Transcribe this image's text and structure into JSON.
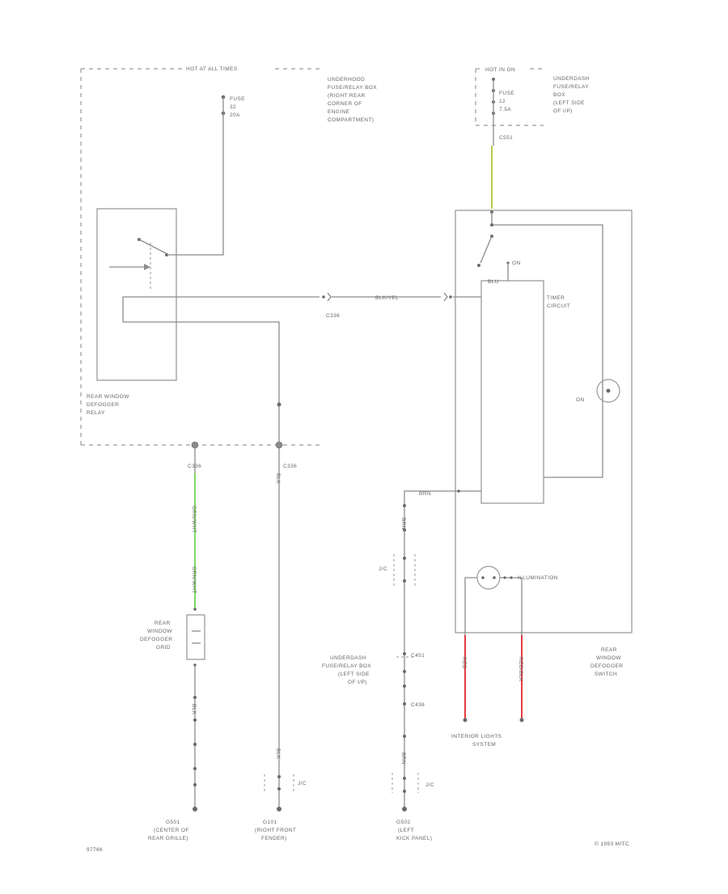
{
  "labels": {
    "hot_all_times": "HOT AT ALL TIMES",
    "fuse_top_left": [
      "FUSE",
      "32",
      "20A"
    ],
    "ufb_top": [
      "UNDERHOOD",
      "FUSE/RELAY BOX",
      "(RIGHT REAR",
      "CORNER OF",
      "ENGINE",
      "COMPARTMENT)"
    ],
    "hot_run": "HOT IN ON",
    "fuse_top_right": [
      "FUSE",
      "12",
      "7.5A"
    ],
    "ufb_right": [
      "UNDERDASH",
      "FUSE/RELAY",
      "BOX",
      "(LEFT SIDE",
      "OF I/P)"
    ],
    "conn_c551": "C551",
    "conn_mid_wire": "BLK/YEL",
    "conn_mid": "C336",
    "relay": [
      "REAR WINDOW",
      "DEFOGGER",
      "RELAY"
    ],
    "timer": [
      "TIMER",
      "CIRCUIT"
    ],
    "on_label": "ON",
    "blu_label": "BLU",
    "conn_left1": "C336",
    "conn_left2": "C336",
    "wire_grn_top": "GRN/WHT",
    "wire_grn_bot": "GRN/WHT",
    "wire_blk_mid": "BLK",
    "wire_blk_bot": "BLK",
    "wire_brn_top": "BRN",
    "wire_brn_mid": "BRN",
    "wire_brn_low": "BRN",
    "wire_red1": "RED",
    "wire_red2": "RED/BLK",
    "grid_label": [
      "REAR",
      "WINDOW",
      "DEFOGGER",
      "GRID"
    ],
    "jc_left": "J/C",
    "jc_mid": "J/C",
    "jc_right": "J/C",
    "illum": "ILLUMINATION",
    "ufb_lower": [
      "UNDERDASH",
      "FUSE/RELAY BOX",
      "(LEFT SIDE",
      "OF I/P)"
    ],
    "conn_low1": "C451",
    "conn_low2": "C436",
    "interior": [
      "INTERIOR LIGHTS",
      "SYSTEM"
    ],
    "switch_label": [
      "REAR",
      "WINDOW",
      "DEFOGGER",
      "SWITCH"
    ],
    "g_left": [
      "G501",
      "(CENTER OF",
      "REAR GRILLE)"
    ],
    "g_mid": [
      "G101",
      "(RIGHT FRONT",
      "FENDER)"
    ],
    "g_right": [
      "G502",
      "(LEFT",
      "KICK PANEL)"
    ],
    "footer_left": "97766",
    "footer_right": "© 1993 MITC"
  },
  "colors": {
    "wire": "#8c8c8c",
    "green_wire": "#5fcf3d",
    "yellow_green_wire": "#b5c33a",
    "red_wire": "#e0262a"
  }
}
